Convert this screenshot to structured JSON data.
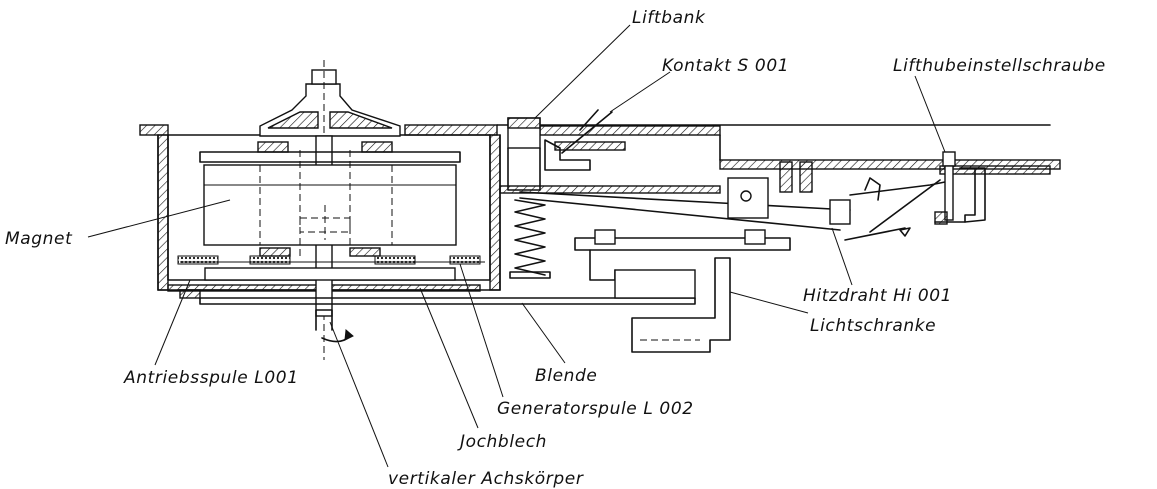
{
  "labels": {
    "liftbank": "Liftbank",
    "kontakt": "Kontakt S 001",
    "lifthub": "Lifthubeinstellschraube",
    "magnet": "Magnet",
    "hitzdraht": "Hitzdraht Hi 001",
    "lichtschranke": "Lichtschranke",
    "blende": "Blende",
    "antriebsspule": "Antriebsspule L001",
    "generatorspule": "Generatorspule L 002",
    "jochblech": "Jochblech",
    "achskoerper": "vertikaler Achskörper"
  }
}
